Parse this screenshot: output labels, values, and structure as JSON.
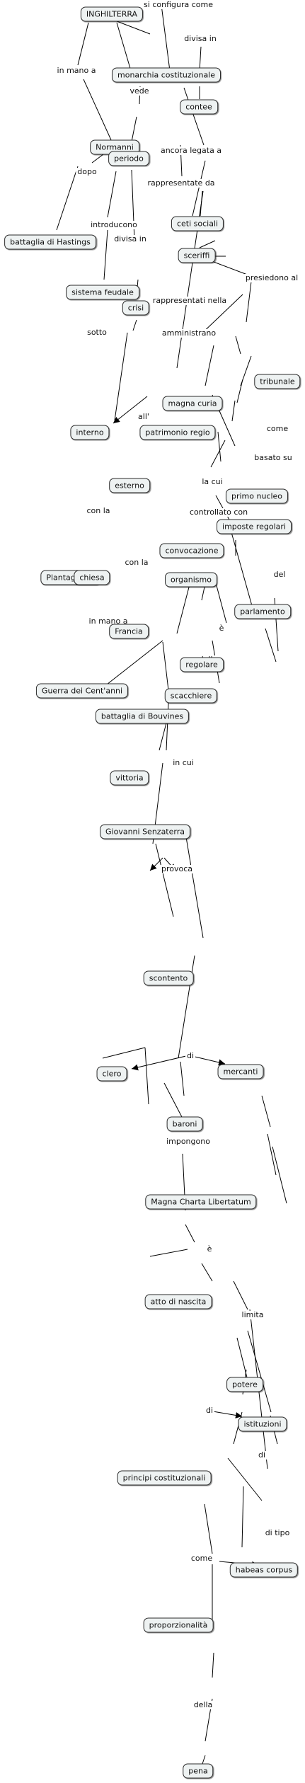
{
  "concepts": {
    "inghilterra": "INGHILTERRA",
    "monarchia": "monarchia costituzionale",
    "contee": "contee",
    "normanni": "Normanni",
    "periodo": "periodo",
    "battaglia_hastings": "battaglia di Hastings",
    "ceti_sociali": "ceti sociali",
    "sceriffi": "sceriffi",
    "sistema_feudale": "sistema feudale",
    "crisi": "crisi",
    "tribunale": "tribunale",
    "magna_curia": "magna curia",
    "interno": "interno",
    "patrimonio_regio": "patrimonio regio",
    "esterno": "esterno",
    "primo_nucleo": "primo nucleo",
    "imposte_regolari": "imposte regolari",
    "convocazione": "convocazione",
    "organismo": "organismo",
    "plantageneti": "Plantageneti",
    "chiesa": "chiesa",
    "parlamento": "parlamento",
    "francia": "Francia",
    "guerra_centanni": "Guerra dei Cent'anni",
    "regolare": "regolare",
    "scacchiere": "scacchiere",
    "battaglia_bouvines": "battaglia di Bouvines",
    "vittoria": "vittoria",
    "giovanni": "Giovanni Senzaterra",
    "scontento": "scontento",
    "clero": "clero",
    "mercanti": "mercanti",
    "baroni": "baroni",
    "magna_charta": "Magna Charta Libertatum",
    "atto_nascita": "atto di nascita",
    "potere": "potere",
    "istituzioni": "istituzioni",
    "principi": "principi costituzionali",
    "habeas": "habeas corpus",
    "proporzionalita": "proporzionalità",
    "pena": "pena"
  },
  "link_labels": {
    "si_configura": "si configura come",
    "divisa_in_1": "divisa in",
    "in_mano_a_1": "in mano a",
    "vede": "vede",
    "dopo": "dopo",
    "ancora_legata": "ancora legata a",
    "rappresentate": "rappresentate da",
    "introducono": "introducono",
    "divisa_in_2": "divisa in",
    "presiedono": "presiedono al",
    "sotto": "sotto",
    "rappresentati": "rappresentati nella",
    "amministrano": "amministrano",
    "all": "all'",
    "come_1": "come",
    "basato_su": "basato su",
    "la_cui": "la cui",
    "controllato": "controllato con",
    "con_la_1": "con la",
    "con_la_2": "con la",
    "del": "del",
    "e_1": "è",
    "dello": "dello",
    "in_mano_a_2": "in mano a",
    "in_cui": "in cui",
    "provoca": "provoca",
    "di_1": "di",
    "impongono": "impongono",
    "e_2": "è",
    "limita": "limita",
    "di_2": "di",
    "di_3": "di",
    "di_tipo": "di tipo",
    "come_2": "come",
    "della": "della"
  }
}
